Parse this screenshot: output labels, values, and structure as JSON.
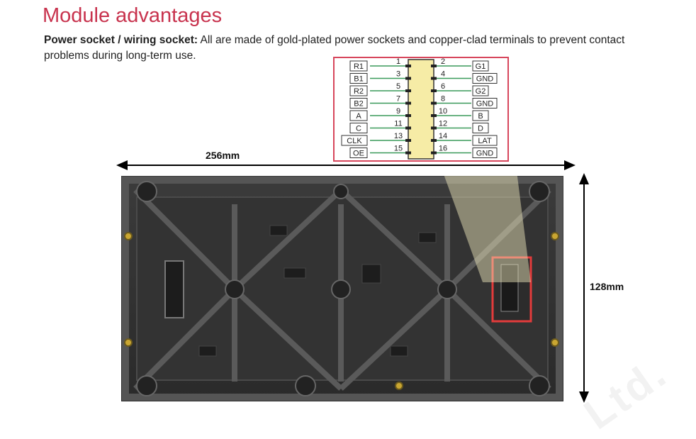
{
  "title": "Module advantages",
  "description": {
    "bold": "Power socket / wiring socket:",
    "text": " All are made of gold-plated power sockets and copper-clad terminals to prevent contact problems during long-term use."
  },
  "dimensions": {
    "width": "256mm",
    "height": "128mm"
  },
  "watermark": "Ltd.",
  "pinout": {
    "left_labels": [
      "R1",
      "B1",
      "R2",
      "B2",
      "A",
      "C",
      "CLK",
      "OE"
    ],
    "left_numbers": [
      "1",
      "3",
      "5",
      "7",
      "9",
      "11",
      "13",
      "15"
    ],
    "right_numbers": [
      "2",
      "4",
      "6",
      "8",
      "10",
      "12",
      "14",
      "16"
    ],
    "right_labels": [
      "G1",
      "GND",
      "G2",
      "GND",
      "B",
      "D",
      "LAT",
      "GND"
    ]
  },
  "colors": {
    "title": "#c8334e",
    "frame": "#d7465c",
    "highlight": "#e23b3b",
    "connector": "#f6eca6",
    "wire": "#3a9a5a"
  }
}
